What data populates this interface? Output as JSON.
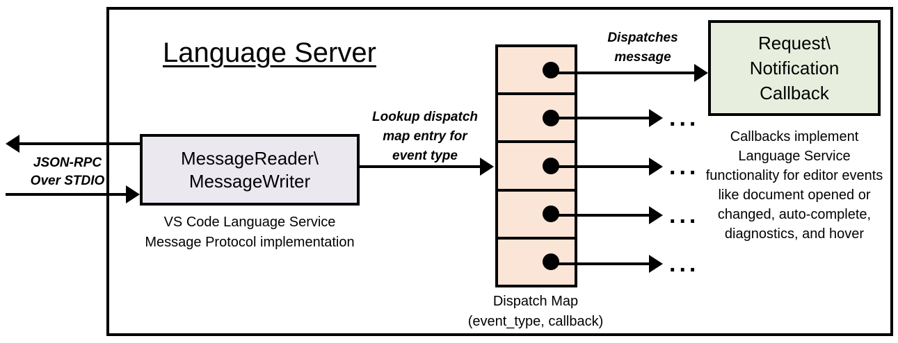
{
  "diagram": {
    "title": "Language Server",
    "frame_color": "#000000",
    "background": "#ffffff"
  },
  "reader": {
    "line1": "MessageReader\\",
    "line2": "MessageWriter",
    "fill_color": "#ebe8f0",
    "caption_line1": "VS Code Language Service",
    "caption_line2": "Message Protocol implementation"
  },
  "transport": {
    "label_line1": "JSON-RPC",
    "label_line2": "Over STDIO"
  },
  "lookup": {
    "label_line1": "Lookup dispatch",
    "label_line2": "map entry for",
    "label_line3": "event type"
  },
  "dispatch_map": {
    "fill_color": "#fae5d7",
    "rows": [
      {
        "id": "row-1"
      },
      {
        "id": "row-2"
      },
      {
        "id": "row-3"
      },
      {
        "id": "row-4"
      },
      {
        "id": "row-5"
      }
    ],
    "caption_line1": "Dispatch Map",
    "caption_line2": "(event_type, callback)",
    "dispatch_label_line1": "Dispatches",
    "dispatch_label_line2": "message",
    "ellipsis": "..."
  },
  "callback": {
    "line1": "Request\\",
    "line2": "Notification",
    "line3": "Callback",
    "fill_color": "#e8eedd",
    "caption": "Callbacks implement Language Service functionality for editor events like document opened or changed, auto-complete, diagnostics, and hover"
  }
}
